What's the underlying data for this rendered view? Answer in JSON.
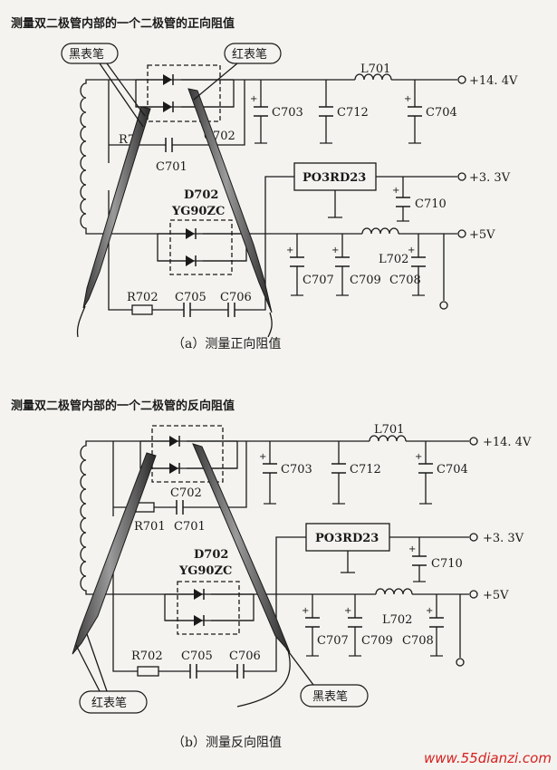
{
  "panel_a": {
    "title": "测量双二极管内部的一个二极管的正向阻值",
    "caption": "（a）测量正向阻值",
    "black_probe": "黑表笔",
    "red_probe": "红表笔",
    "labels": {
      "r_top": "R7",
      "c702": "C702",
      "c701": "C701",
      "d702": "D702",
      "yg": "YG90ZC",
      "r702": "R702",
      "c705": "C705",
      "c706": "C706",
      "c703": "C703",
      "c712": "C712",
      "c704": "C704",
      "l701": "L701",
      "v144": "+14. 4V",
      "ic": "PO3RD23",
      "v33": "+3. 3V",
      "c710": "C710",
      "v5": "+5V",
      "l702": "L702",
      "c707": "C707",
      "c709": "C709",
      "c708": "C708"
    }
  },
  "panel_b": {
    "title": "测量双二极管内部的一个二极管的反向阻值",
    "caption": "（b）测量反向阻值",
    "red_probe": "红表笔",
    "black_probe": "黑表笔",
    "labels": {
      "c702": "C702",
      "r701": "R701",
      "c701": "C701",
      "d702": "D702",
      "yg": "YG90ZC",
      "r702": "R702",
      "c705": "C705",
      "c706": "C706",
      "c703": "C703",
      "c712": "C712",
      "c704": "C704",
      "l701": "L701",
      "v144": "+14. 4V",
      "ic": "PO3RD23",
      "v33": "+3. 3V",
      "c710": "C710",
      "v5": "+5V",
      "l702": "L702",
      "c707": "C707",
      "c709": "C709",
      "c708": "C708"
    }
  },
  "watermark": "www.55dianzi.com",
  "colors": {
    "ink": "#1a1a1a",
    "paper": "#f4f3ef",
    "watermark": "#d62020",
    "probe_fill": "#6a6a6a"
  }
}
